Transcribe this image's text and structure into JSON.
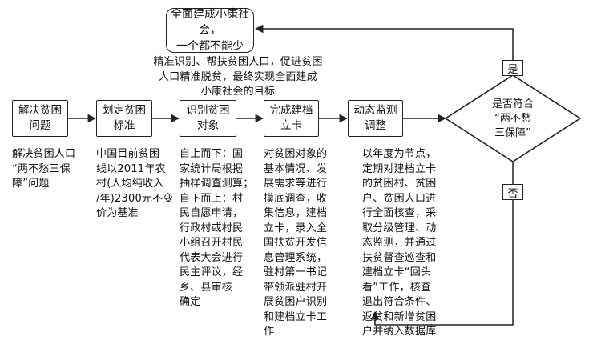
{
  "goal": "全面建成小康社会，\n一个都不能少",
  "goal_note": "精准识别、帮扶贫困人口，促进贫困\n人口精准脱贫，最终实现全面建成\n小康社会的目标",
  "steps": [
    {
      "label": "解决贫困\n问题",
      "desc": "解决贫困人口\n“两不愁三保\n障”问题"
    },
    {
      "label": "划定贫困\n标准",
      "desc": "中国目前贫困\n线以2011年农\n村(人均纯收入\n/年)2300元不变\n价为基准"
    },
    {
      "label": "识别贫困\n对象",
      "desc": "自上而下：国\n家统计局根据\n抽样调查测算；\n自下而上：村\n民自愿申请，\n行政村或村民\n小组召开村民\n代表大会进行\n民主评议，经\n乡、县审核\n确定"
    },
    {
      "label": "完成建档\n立卡",
      "desc": "对贫困对象的\n基本情况、发\n展需求等进行\n摸底调查，收\n集信息，建档\n立卡，录入全\n国扶贫开发信\n息管理系统，\n驻村第一书记\n带领派驻村开\n展贫困户识别\n和建档立卡工\n作"
    },
    {
      "label": "动态监测\n调整",
      "desc": "以年度为节点，\n定期对建档立卡\n的贫困村、贫困\n户、贫困人口进\n行全面核查，采\n取分级管理、动\n态监测，并通过\n扶贫督查巡查和\n建档立卡“回头\n看”工作，核查\n退出符合条件、\n返贫和新增贫困\n户并纳入数据库"
    }
  ],
  "decision": "是否符合\n“两不愁\n三保障”",
  "yes": "是",
  "no": "否"
}
